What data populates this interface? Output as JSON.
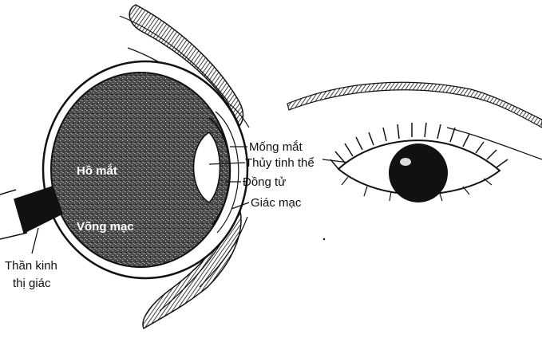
{
  "labels": {
    "iris": "Mống mắt",
    "lens": "Thủy tinh thể",
    "pupil": "Đồng tử",
    "cornea": "Giác mạc",
    "vitreous": "Hồ mắt",
    "retina": "Võng mạc",
    "optic_nerve_line1": "Thần kinh",
    "optic_nerve_line2": "thị giác"
  },
  "colors": {
    "ink": "#111111",
    "paper": "#ffffff",
    "interior": "#5a5a5a"
  }
}
